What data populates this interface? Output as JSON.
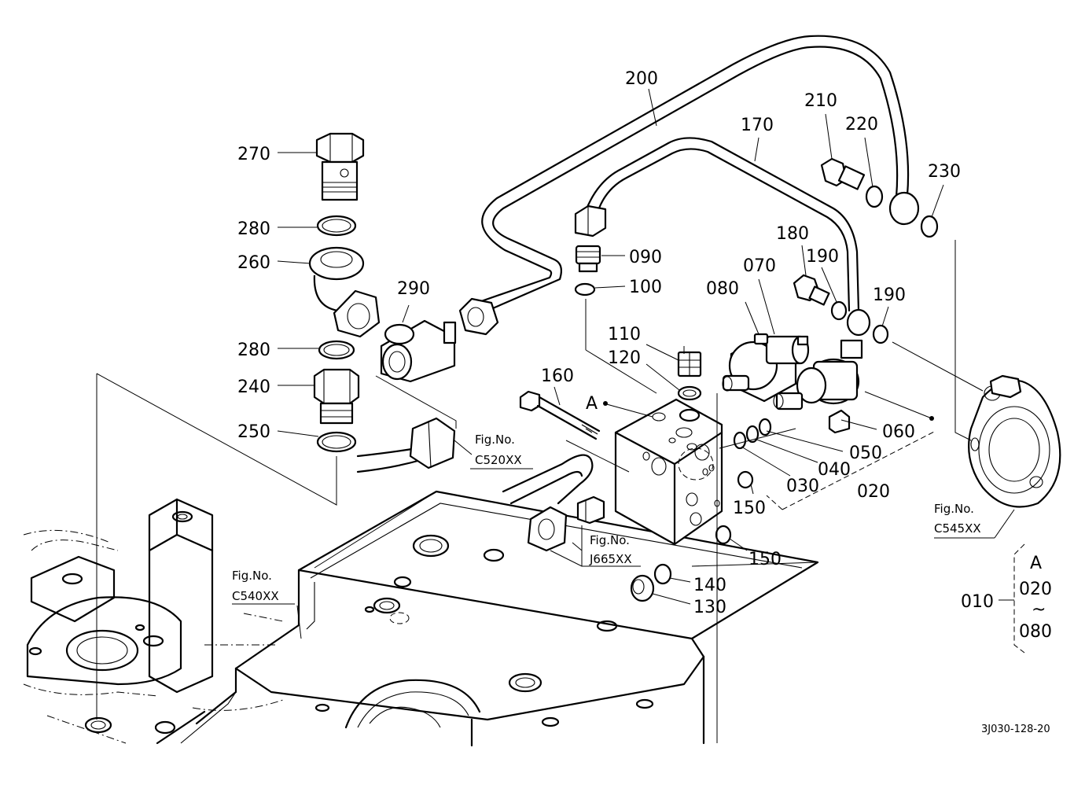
{
  "callouts": {
    "p010": "010",
    "p020": "020",
    "p030": "030",
    "p040": "040",
    "p050": "050",
    "p060": "060",
    "p070": "070",
    "p080": "080",
    "p090": "090",
    "p100": "100",
    "p110": "110",
    "p120": "120",
    "p130": "130",
    "p140": "140",
    "p150a": "150",
    "p150b": "150",
    "p160": "160",
    "p170": "170",
    "p180": "180",
    "p190a": "190",
    "p190b": "190",
    "p200": "200",
    "p210": "210",
    "p220": "220",
    "p230": "230",
    "p240": "240",
    "p250": "250",
    "p260": "260",
    "p270": "270",
    "p280a": "280",
    "p280b": "280",
    "p290": "290",
    "assembly_a": "A"
  },
  "figure_refs": {
    "c520": {
      "prefix": "Fig.No.",
      "code": "C520XX"
    },
    "c540": {
      "prefix": "Fig.No.",
      "code": "C540XX"
    },
    "c545": {
      "prefix": "Fig.No.",
      "code": "C545XX"
    },
    "j665": {
      "prefix": "Fig.No.",
      "code": "J665XX"
    }
  },
  "legend": {
    "assembly": "010",
    "group_letter": "A",
    "range_start": "020",
    "range_symbol": "~",
    "range_end": "080"
  },
  "drawing_code": "3J030-128-20"
}
